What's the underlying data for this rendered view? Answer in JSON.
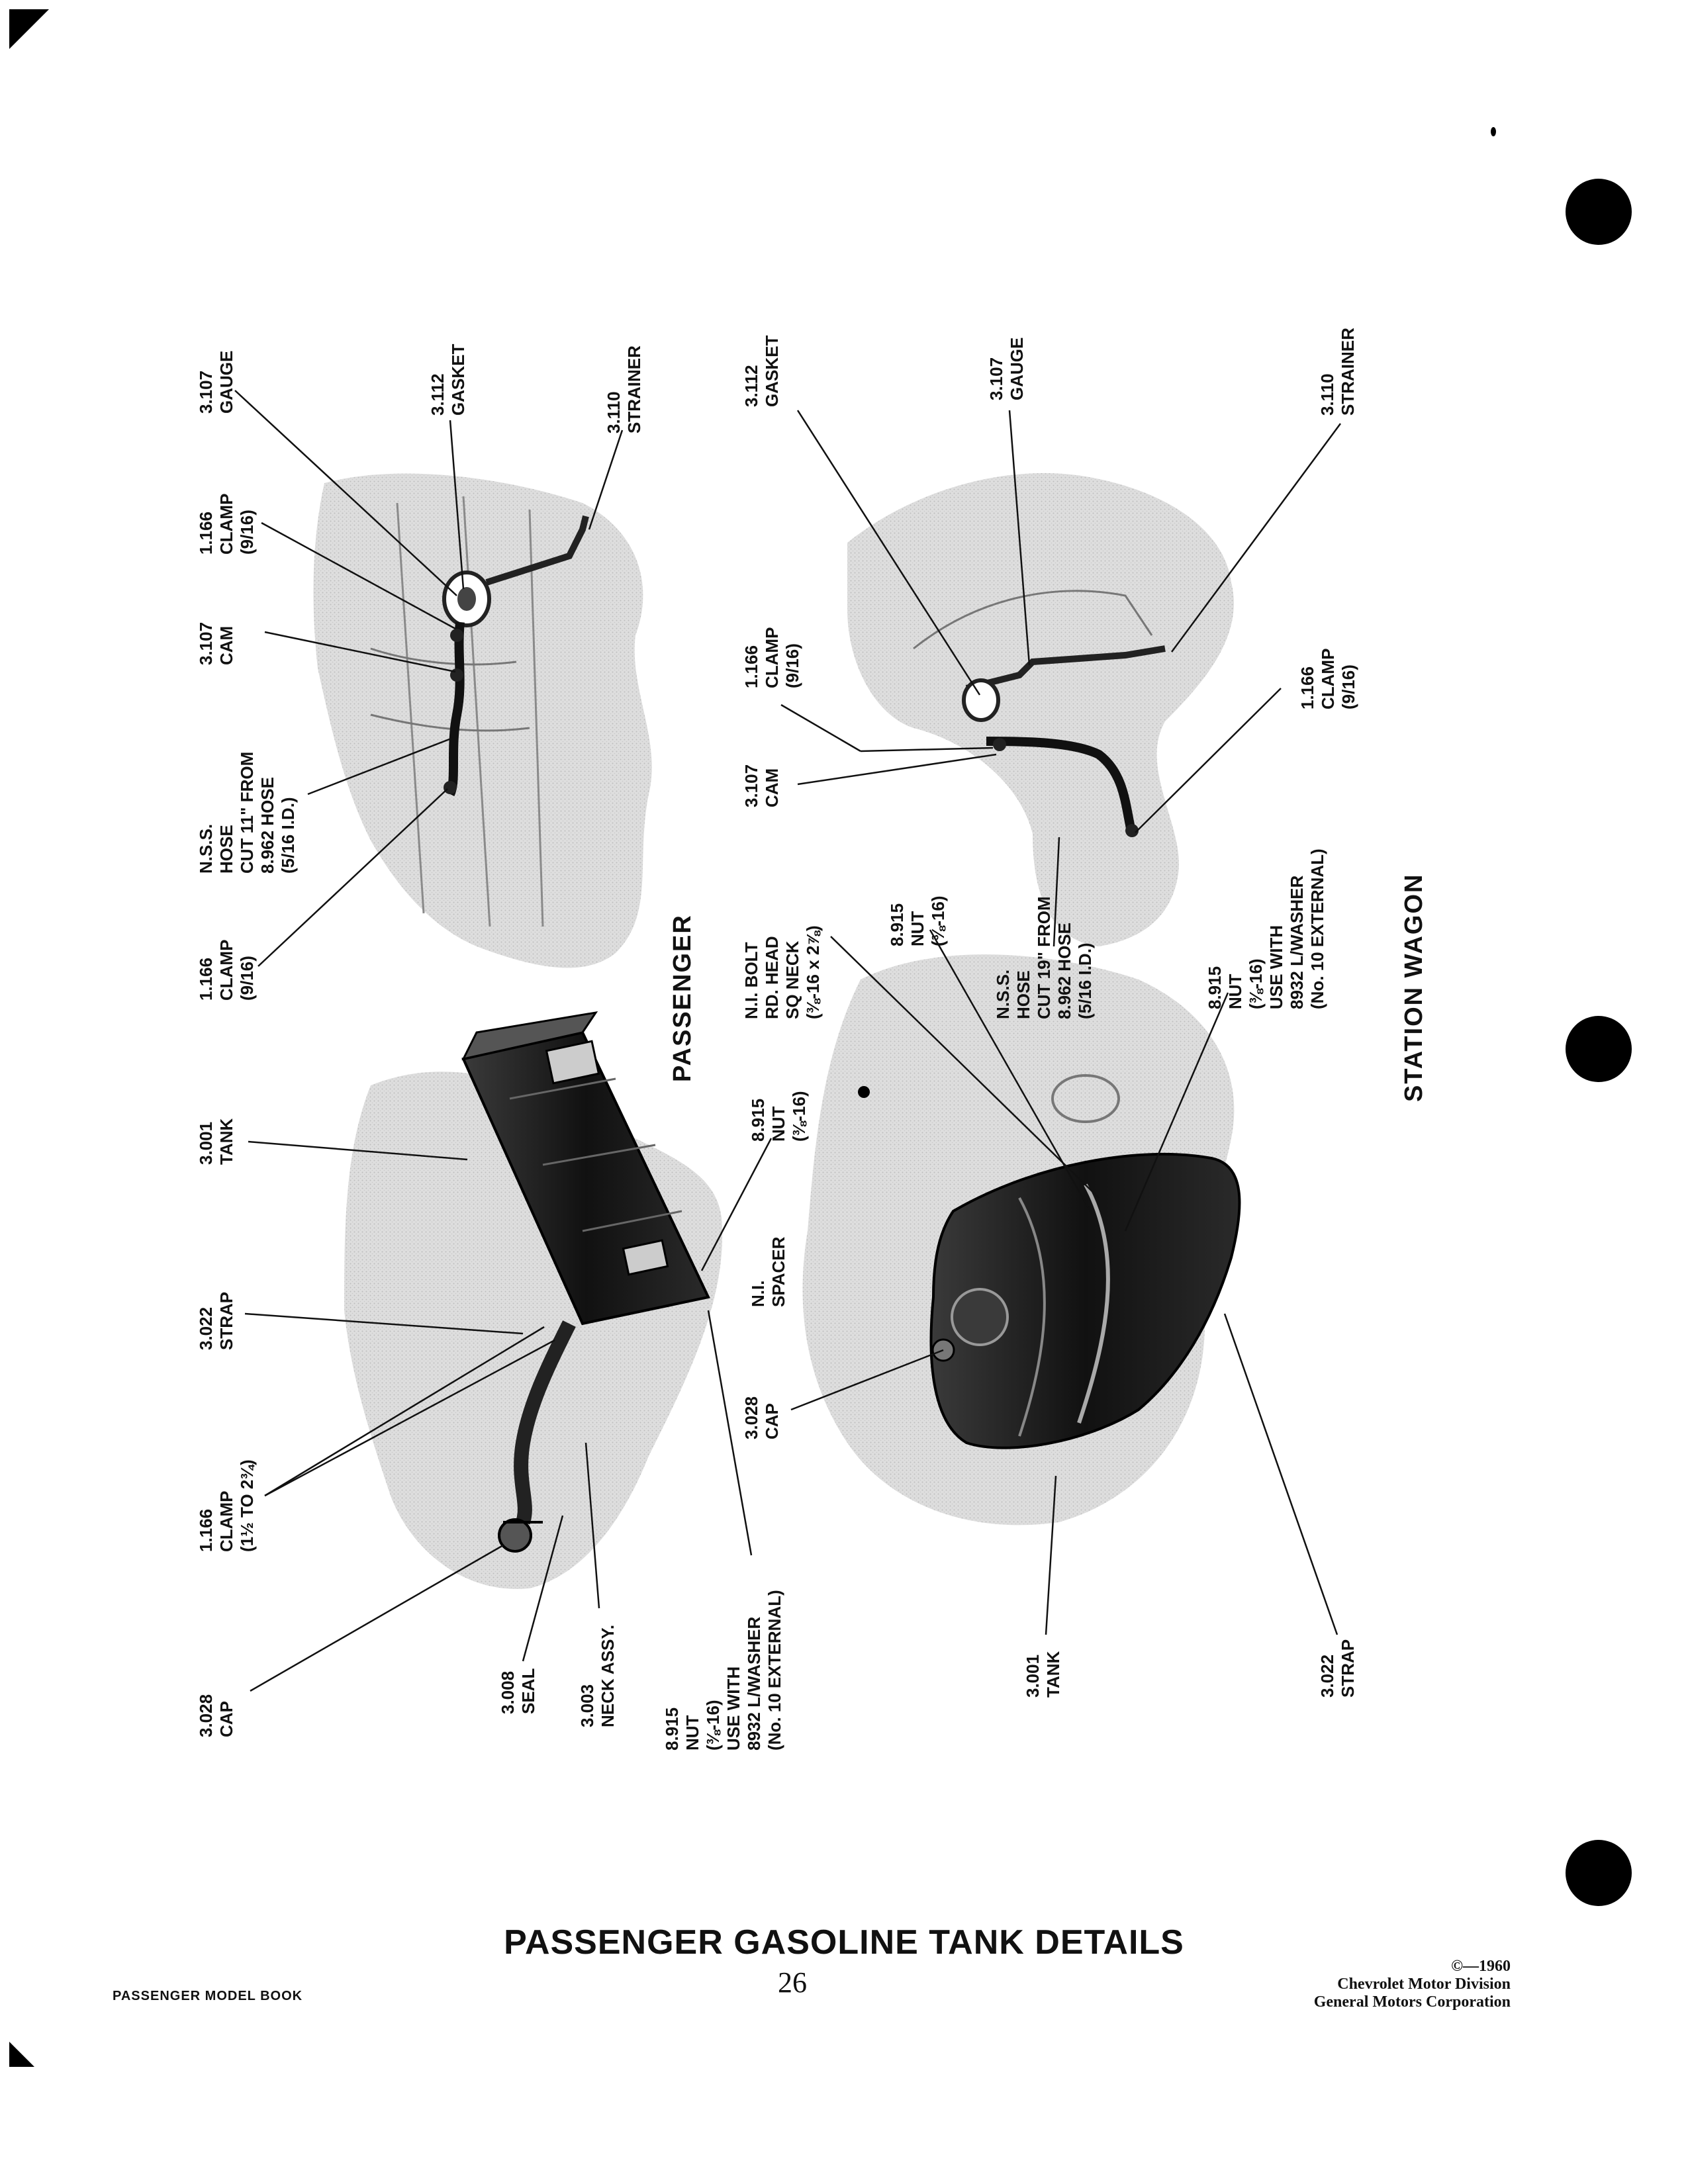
{
  "page": {
    "title": "PASSENGER GASOLINE TANK DETAILS",
    "page_number": "26",
    "book_label": "PASSENGER MODEL BOOK",
    "copyright": [
      "©—1960",
      "Chevrolet Motor Division",
      "General Motors Corporation"
    ]
  },
  "sections": {
    "passenger": "PASSENGER",
    "station_wagon": "STATION WAGON"
  },
  "labels": {
    "p_gauge": [
      "3.107",
      "GAUGE"
    ],
    "p_gasket": [
      "3.112",
      "GASKET"
    ],
    "p_strainer": [
      "3.110",
      "STRAINER"
    ],
    "p_clamp_top": [
      "1.166",
      "CLAMP",
      "(9/16)"
    ],
    "p_cam": [
      "3.107",
      "CAM"
    ],
    "p_hose": [
      "N.S.S.",
      "HOSE",
      "CUT 11\" FROM",
      "8.962 HOSE",
      "(5/16 I.D.)"
    ],
    "p_clamp_low": [
      "1.166",
      "CLAMP",
      "(9/16)"
    ],
    "p_tank": [
      "3.001",
      "TANK"
    ],
    "p_strap": [
      "3.022",
      "STRAP"
    ],
    "p_clamp_neck": [
      "1.166",
      "CLAMP",
      "(1½ TO 2¾)"
    ],
    "p_cap": [
      "3.028",
      "CAP"
    ],
    "p_seal": [
      "3.008",
      "SEAL"
    ],
    "p_neck": [
      "3.003",
      "NECK ASSY."
    ],
    "p_nut_washer": [
      "8.915",
      "NUT",
      "(⅜-16)",
      "USE WITH",
      "8932 L/WASHER",
      "(No. 10 EXTERNAL)"
    ],
    "p_nut": [
      "8.915",
      "NUT",
      "(⅜-16)"
    ],
    "p_spacer": [
      "N.I.",
      "SPACER"
    ],
    "w_gasket": [
      "3.112",
      "GASKET"
    ],
    "w_gauge": [
      "3.107",
      "GAUGE"
    ],
    "w_strainer": [
      "3.110",
      "STRAINER"
    ],
    "w_clamp_left": [
      "1.166",
      "CLAMP",
      "(9/16)"
    ],
    "w_cam": [
      "3.107",
      "CAM"
    ],
    "w_clamp_right": [
      "1.166",
      "CLAMP",
      "(9/16)"
    ],
    "w_bolt": [
      "N.I. BOLT",
      "RD. HEAD",
      "SQ NECK",
      "(⅜-16 x 2⅞)"
    ],
    "w_nut": [
      "8.915",
      "NUT",
      "(⅜-16)"
    ],
    "w_hose": [
      "N.S.S.",
      "HOSE",
      "CUT 19\" FROM",
      "8.962 HOSE",
      "(5/16 I.D.)"
    ],
    "w_nut_washer": [
      "8.915",
      "NUT",
      "(⅜-16)",
      "USE WITH",
      "8932 L/WASHER",
      "(No. 10 EXTERNAL)"
    ],
    "w_cap": [
      "3.028",
      "CAP"
    ],
    "w_tank": [
      "3.001",
      "TANK"
    ],
    "w_strap": [
      "3.022",
      "STRAP"
    ]
  }
}
